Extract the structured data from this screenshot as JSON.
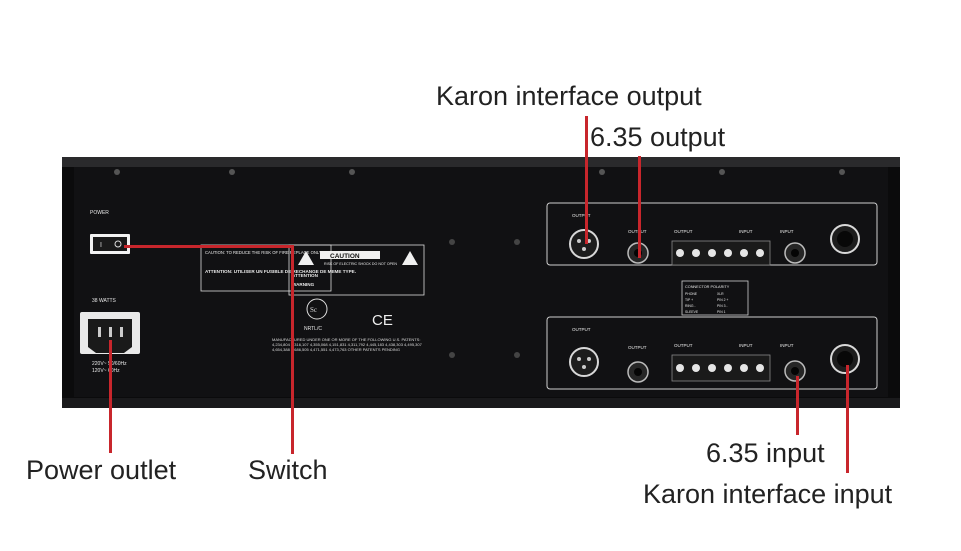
{
  "callouts": {
    "karon_output": "Karon interface output",
    "jack_output": "6.35 output",
    "power_outlet": "Power outlet",
    "switch": "Switch",
    "jack_input": "6.35 input",
    "karon_input": "Karon interface input"
  },
  "panel": {
    "power_label": "POWER",
    "watts_label": "38 WATTS",
    "voltage_1": "220V~ 50/60Hz",
    "voltage_2": "120V~ 60Hz",
    "caution_left": "CAUTION: TO REDUCE THE RISK OF FIRE REPLACE ONLY WITH SAME TYPE FUSE.",
    "attention_left": "ATTENTION: UTILISER UN FUSIBLE DE RECHANGE DE MEME TYPE.",
    "caution_title": "CAUTION",
    "caution_sub": "RISK OF ELECTRIC SHOCK DO NOT OPEN",
    "attention_right": "ATTENTION",
    "warning_right": "WARNING",
    "nrtl": "NRTL/C",
    "ce": "CE",
    "patents": "MANUFACTURED UNDER ONE OR MORE OF THE FOLLOWING U.S. PATENTS: 4,234,804 4,316,107 4,355,068 4,151,831 4,311,792 4,445,183 4,438,303 4,495,307 4,654,388 4,686,505 4,471,551 4,473,763 OTHER PATENTS PENDING",
    "output": "OUTPUT",
    "input": "INPUT",
    "connector_polarity": "CONNECTOR POLARITY",
    "phone": "PHONE",
    "xlr": "XLR",
    "tip": "TIP +",
    "ring": "RING -",
    "sleeve": "SLEEVE",
    "pin2": "PIN 2 +",
    "pin3": "PIN 3 -",
    "pin1": "PIN 1"
  }
}
